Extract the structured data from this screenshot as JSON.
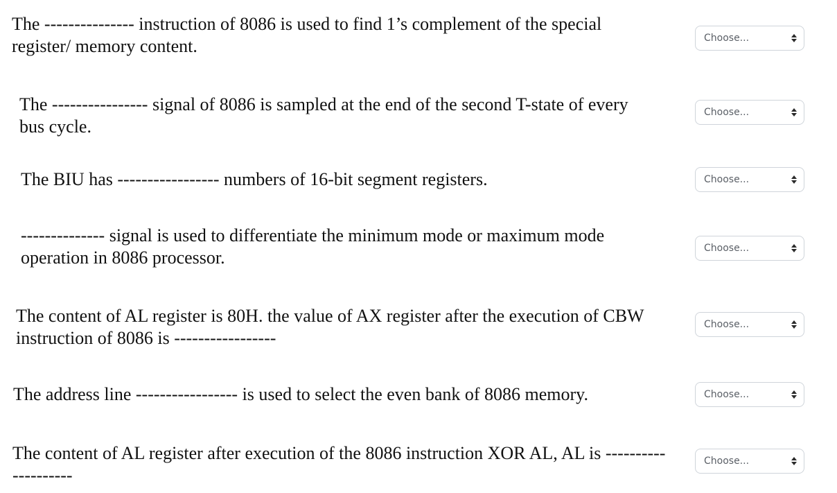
{
  "questions": [
    {
      "text": "The --------------- instruction of 8086 is used to find 1’s complement of the special register/ memory content.",
      "selected": "Choose..."
    },
    {
      "text": "The ---------------- signal of 8086 is sampled at the end of the second T-state of every bus cycle.",
      "selected": "Choose..."
    },
    {
      "text": "The BIU has ----------------- numbers of 16-bit segment registers.",
      "selected": "Choose..."
    },
    {
      "text": "-------------- signal is used to differentiate the minimum mode or maximum mode operation in 8086 processor.",
      "selected": "Choose..."
    },
    {
      "text": "The content of AL register is 80H. the value of AX register after the execution of CBW instruction of 8086 is -----------------",
      "selected": "Choose..."
    },
    {
      "text": "The address line ----------------- is used to select the even bank of 8086 memory.",
      "selected": "Choose..."
    },
    {
      "text": "The content of AL register after execution of the 8086 instruction XOR AL, AL is --------------------",
      "selected": "Choose..."
    }
  ],
  "colors": {
    "text": "#111111",
    "select_border": "#cfd4da",
    "select_text": "#5a5f66",
    "arrow": "#2a2a2a"
  },
  "icons": {
    "select_arrow": "up-down-chevron-icon"
  }
}
